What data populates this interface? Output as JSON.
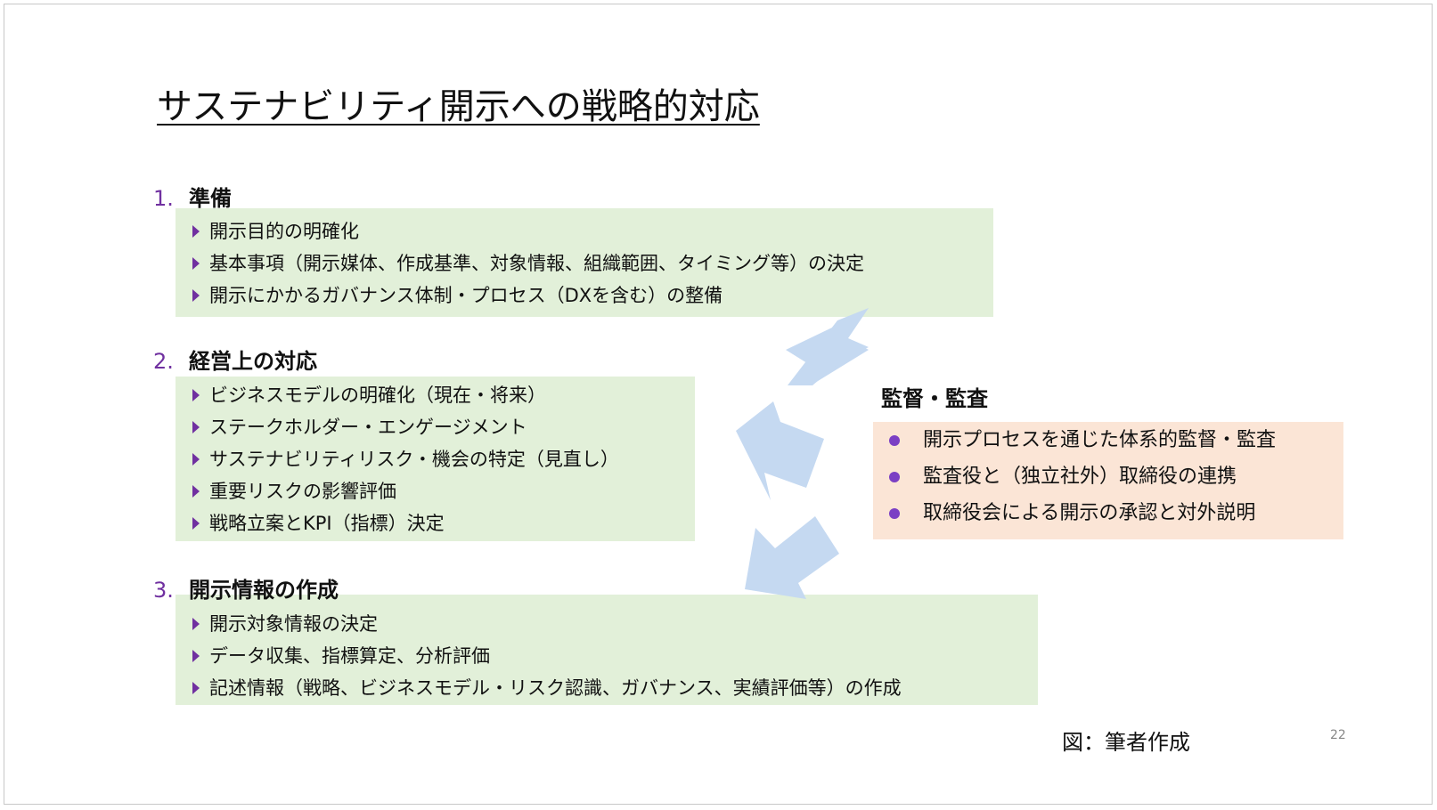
{
  "title": "サステナビリティ開示への戦略的対応",
  "sections": [
    {
      "number": "1.",
      "heading": "準備",
      "items": [
        "開示目的の明確化",
        "基本事項（開示媒体、作成基準、対象情報、組織範囲、タイミング等）の決定",
        "開示にかかるガバナンス体制・プロセス（DXを含む）の整備"
      ]
    },
    {
      "number": "2.",
      "heading": "経営上の対応",
      "items": [
        "ビジネスモデルの明確化（現在・将来）",
        "ステークホルダー・エンゲージメント",
        "サステナビリティリスク・機会の特定（見直し）",
        "重要リスクの影響評価",
        "戦略立案とKPI（指標）決定"
      ]
    },
    {
      "number": "3.",
      "heading": "開示情報の作成",
      "items": [
        "開示対象情報の決定",
        "データ収集、指標算定、分析評価",
        "記述情報（戦略、ビジネスモデル・リスク認識、ガバナンス、実績評価等）の作成"
      ]
    }
  ],
  "audit": {
    "heading": "監督・監査",
    "items": [
      "開示プロセスを通じた体系的監督・監査",
      "監査役と（独立社外）取締役の連携",
      "取締役会による開示の承認と対外説明"
    ]
  },
  "credit": "図：筆者作成",
  "page_number": "22",
  "colors": {
    "green_box": "#e2f0d9",
    "peach_box": "#fbe5d6",
    "accent_purple": "#7030a0",
    "arrow_blue": "#c5d9f1"
  }
}
